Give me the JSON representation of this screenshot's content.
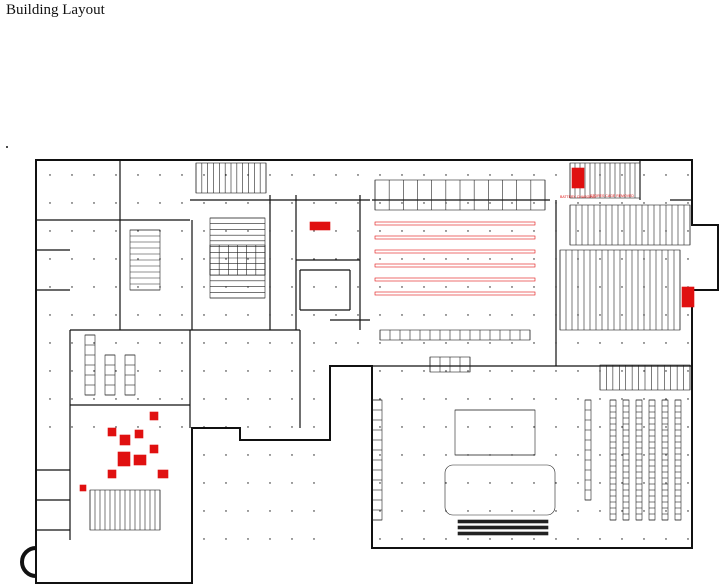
{
  "title": "Building Layout",
  "labels": {
    "battery_charging": "BATTERY CHARGING",
    "stores_cage_removed": "STORES CAGE REMOVED"
  },
  "colors": {
    "line": "#111111",
    "highlight": "#e01010"
  }
}
